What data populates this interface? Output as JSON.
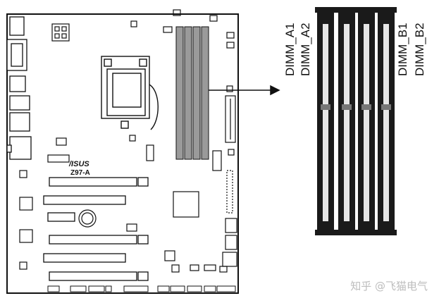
{
  "board": {
    "brand": "/ISUS",
    "model": "Z97-A"
  },
  "dimm_labels": [
    "DIMM_A1",
    "DIMM_A2",
    "DIMM_B1",
    "DIMM_B2"
  ],
  "watermark": "知乎 @飞猫电气",
  "colors": {
    "line": "#111111",
    "slot_fill": "#1a1a1a",
    "board_dimm": "#9a9a9a",
    "watermark": "#bdbdbd"
  }
}
